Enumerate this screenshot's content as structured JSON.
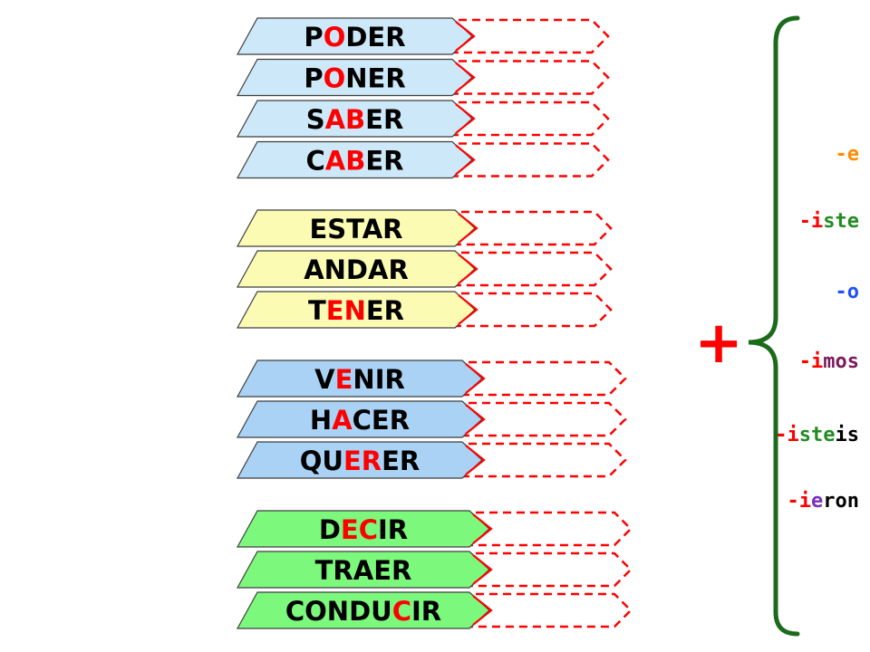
{
  "colors": {
    "group_1": "#cde8f8",
    "group_2": "#fbfbb4",
    "group_3": "#a9d2f5",
    "group_4": "#7cf87c",
    "highlight": "#ff0000",
    "text": "#000000",
    "dashed_border": "#ff0000",
    "plus": "#ff0000",
    "brace": "#1a6b1a"
  },
  "groups": [
    {
      "name": "group_1",
      "verbs": [
        {
          "parts": [
            {
              "t": "P",
              "c": "text"
            },
            {
              "t": "O",
              "c": "highlight"
            },
            {
              "t": "DER",
              "c": "text"
            }
          ]
        },
        {
          "parts": [
            {
              "t": "P",
              "c": "text"
            },
            {
              "t": "O",
              "c": "highlight"
            },
            {
              "t": "NER",
              "c": "text"
            }
          ]
        },
        {
          "parts": [
            {
              "t": "S",
              "c": "text"
            },
            {
              "t": "AB",
              "c": "highlight"
            },
            {
              "t": "ER",
              "c": "text"
            }
          ]
        },
        {
          "parts": [
            {
              "t": "C",
              "c": "text"
            },
            {
              "t": "AB",
              "c": "highlight"
            },
            {
              "t": "ER",
              "c": "text"
            }
          ]
        }
      ]
    },
    {
      "name": "group_2",
      "verbs": [
        {
          "parts": [
            {
              "t": "ESTAR",
              "c": "text"
            }
          ]
        },
        {
          "parts": [
            {
              "t": "ANDAR",
              "c": "text"
            }
          ]
        },
        {
          "parts": [
            {
              "t": "T",
              "c": "text"
            },
            {
              "t": "EN",
              "c": "highlight"
            },
            {
              "t": "ER",
              "c": "text"
            }
          ]
        }
      ]
    },
    {
      "name": "group_3",
      "verbs": [
        {
          "parts": [
            {
              "t": "V",
              "c": "text"
            },
            {
              "t": "E",
              "c": "highlight"
            },
            {
              "t": "NIR",
              "c": "text"
            }
          ]
        },
        {
          "parts": [
            {
              "t": "H",
              "c": "text"
            },
            {
              "t": "A",
              "c": "highlight"
            },
            {
              "t": "CER",
              "c": "text"
            }
          ]
        },
        {
          "parts": [
            {
              "t": "QU",
              "c": "text"
            },
            {
              "t": "ER",
              "c": "highlight"
            },
            {
              "t": "ER",
              "c": "text"
            }
          ]
        }
      ]
    },
    {
      "name": "group_4",
      "verbs": [
        {
          "parts": [
            {
              "t": "D",
              "c": "text"
            },
            {
              "t": "EC",
              "c": "highlight"
            },
            {
              "t": "IR",
              "c": "text"
            }
          ]
        },
        {
          "parts": [
            {
              "t": "TRAER",
              "c": "text"
            }
          ]
        },
        {
          "parts": [
            {
              "t": "CONDU",
              "c": "text"
            },
            {
              "t": "C",
              "c": "highlight"
            },
            {
              "t": "IR",
              "c": "text"
            }
          ]
        }
      ]
    }
  ],
  "plus_sign": "+",
  "endings": [
    {
      "parts": [
        {
          "t": "-e",
          "c": "#ff8c00"
        }
      ]
    },
    {
      "parts": [
        {
          "t": "-",
          "c": "#ff0000"
        },
        {
          "t": "i",
          "c": "#ff0000"
        },
        {
          "t": "ste",
          "c": "#228b22"
        }
      ]
    },
    {
      "parts": [
        {
          "t": "-o",
          "c": "#1e50ff"
        }
      ]
    },
    {
      "parts": [
        {
          "t": "-",
          "c": "#ff0000"
        },
        {
          "t": "i",
          "c": "#ff0000"
        },
        {
          "t": "mos",
          "c": "#7a1a5a"
        }
      ]
    },
    {
      "parts": [
        {
          "t": "-",
          "c": "#ff0000"
        },
        {
          "t": "i",
          "c": "#ff0000"
        },
        {
          "t": "ste",
          "c": "#228b22"
        },
        {
          "t": "is",
          "c": "#000000"
        }
      ]
    },
    {
      "parts": [
        {
          "t": "-",
          "c": "#ff0000"
        },
        {
          "t": "i",
          "c": "#ff0000"
        },
        {
          "t": "e",
          "c": "#7b2fbe"
        },
        {
          "t": "ron",
          "c": "#000000"
        }
      ]
    }
  ]
}
